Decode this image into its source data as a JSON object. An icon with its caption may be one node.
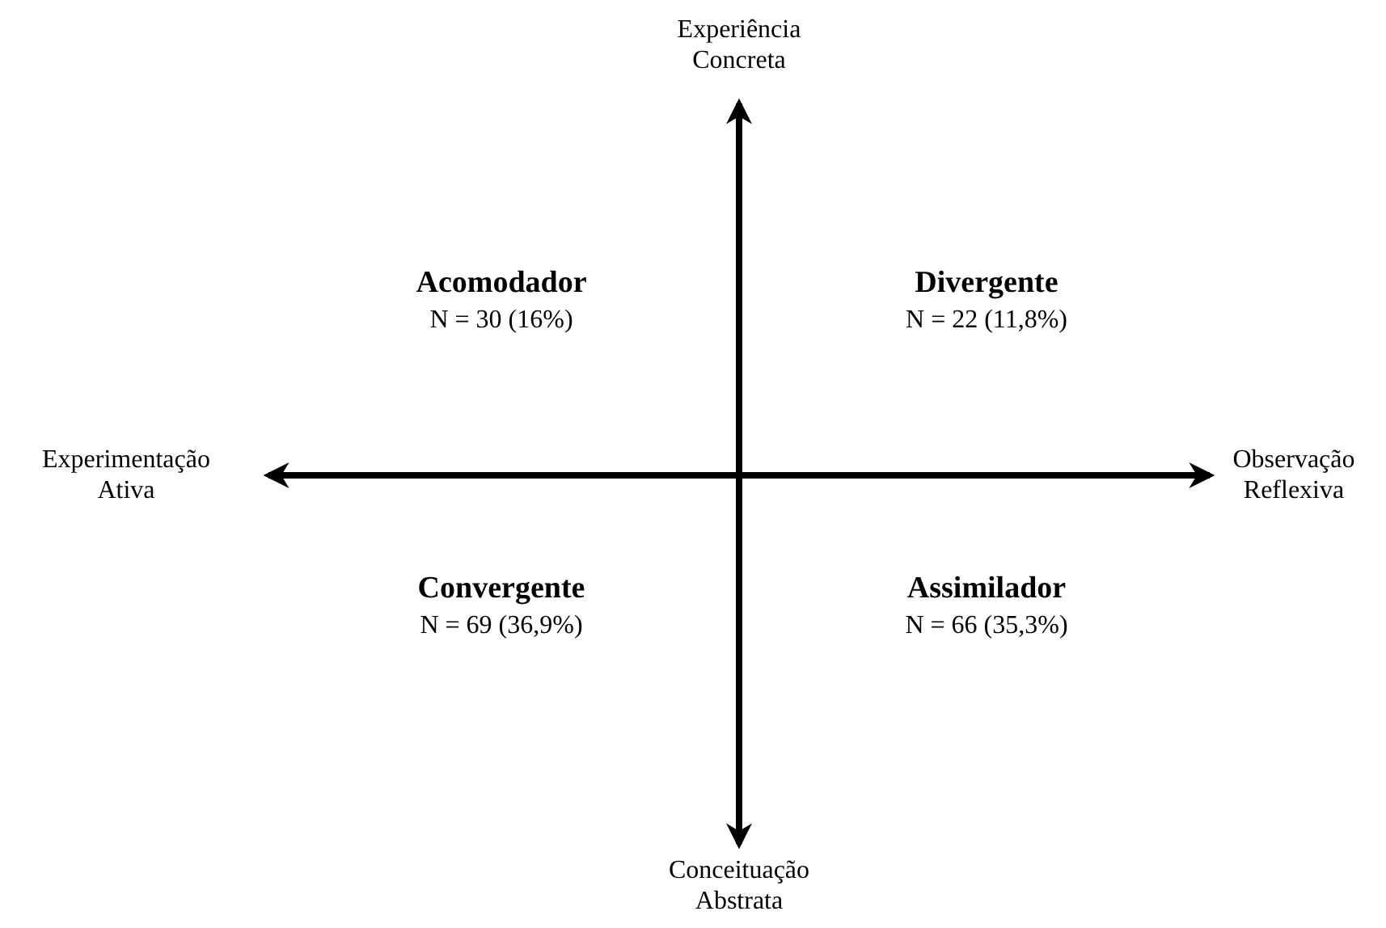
{
  "diagram": {
    "labels": [
      "Experiência Concreta",
      "Acomodador",
      "N = 30 (16%)",
      "Divergente",
      "N = 22 (11,8%)",
      "Experimentação Ativa",
      "Observação Reflexiva",
      "Convergente",
      "N = 69 (36,9%)",
      "Assimilador",
      "N = 66 (35,3%)",
      "Conceituação Abstrata"
    ]
  }
}
